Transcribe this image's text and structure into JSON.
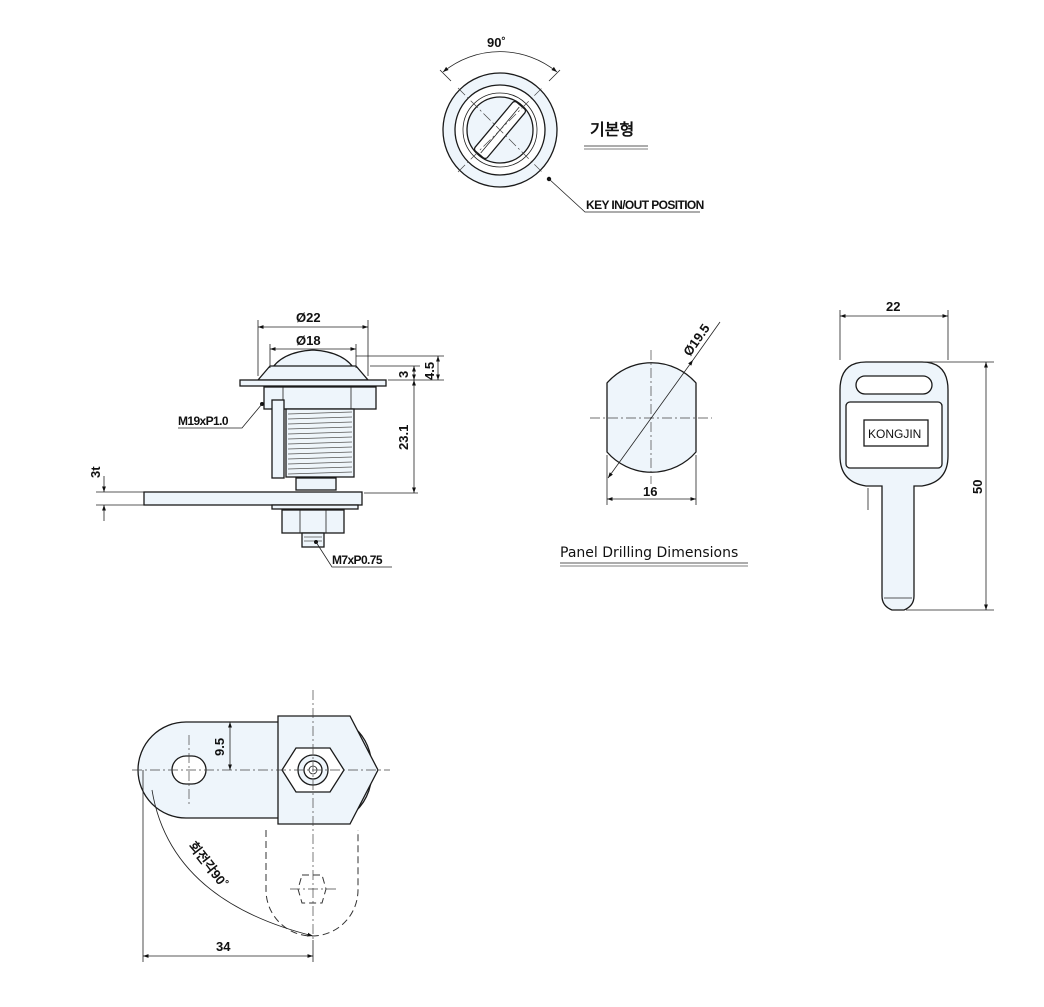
{
  "top_view": {
    "angle_label": "90˚",
    "type_title": "기본형",
    "key_position_note": "KEY IN/OUT POSITION"
  },
  "side_view": {
    "dia_outer": "Ø22",
    "dia_inner": "Ø18",
    "dim_4_5": "4.5",
    "dim_3": "3",
    "dim_23_1": "23.1",
    "thread_body": "M19xP1.0",
    "thread_shaft": "M7xP0.75",
    "plate_thickness": "3t"
  },
  "panel_drilling": {
    "dia": "Ø19.5",
    "flat_width": "16",
    "caption": "Panel Drilling Dimensions"
  },
  "key_view": {
    "width": "22",
    "length": "50",
    "brand": "KONGJIN"
  },
  "cam_view": {
    "offset": "9.5",
    "rotation_note": "회전각90˚",
    "cam_length": "34"
  }
}
